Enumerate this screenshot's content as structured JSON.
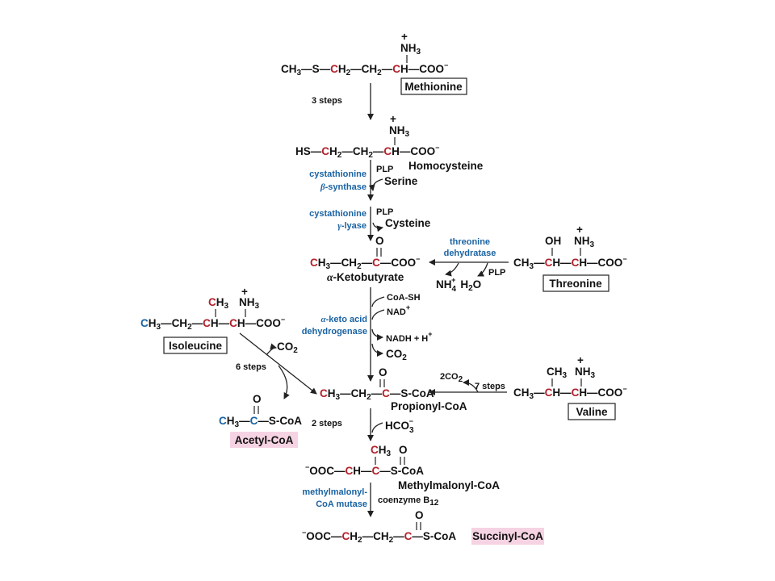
{
  "molecules": {
    "methionine": {
      "structure": [
        "CH",
        "3",
        "—S—",
        "C",
        "H",
        "2",
        "—CH",
        "2",
        "—",
        "C",
        "H—COO",
        "−"
      ],
      "nh3": [
        "NH",
        "3"
      ],
      "plus": "+",
      "name": "Methionine"
    },
    "homocysteine": {
      "structure": [
        "HS—",
        "C",
        "H",
        "2",
        "—CH",
        "2",
        "—",
        "C",
        "H—COO",
        "−"
      ],
      "nh3": [
        "NH",
        "3"
      ],
      "plus": "+",
      "name": "Homocysteine"
    },
    "alpha_ketobutyrate": {
      "structure": [
        "C",
        "H",
        "3",
        "—CH",
        "2",
        "—",
        "C",
        "—COO",
        "−"
      ],
      "o": "O",
      "name_prefix": "α",
      "name": "-Ketobutyrate"
    },
    "threonine": {
      "structure": [
        "CH",
        "3",
        "—",
        "C",
        "H—",
        "C",
        "H—COO",
        "−"
      ],
      "oh": "OH",
      "nh3": [
        "NH",
        "3"
      ],
      "plus": "+",
      "name": "Threonine"
    },
    "isoleucine": {
      "structure": [
        "C",
        "H",
        "3",
        "—CH",
        "2",
        "—",
        "C",
        "H—",
        "C",
        "H—COO",
        "−"
      ],
      "ch3": [
        "C",
        "H",
        "3"
      ],
      "nh3": [
        "NH",
        "3"
      ],
      "plus": "+",
      "name": "Isoleucine"
    },
    "propionyl_coa": {
      "structure": [
        "C",
        "H",
        "3",
        "—CH",
        "2",
        "—",
        "C",
        "—S-CoA"
      ],
      "o": "O",
      "name": "Propionyl-CoA"
    },
    "valine": {
      "structure": [
        "CH",
        "3",
        "—",
        "C",
        "H—",
        "C",
        "H—COO",
        "−"
      ],
      "ch3": [
        "CH",
        "3"
      ],
      "nh3": [
        "NH",
        "3"
      ],
      "plus": "+",
      "name": "Valine"
    },
    "acetyl_coa": {
      "structure": [
        "C",
        "H",
        "3",
        "—",
        "C",
        "—S-CoA"
      ],
      "o": "O",
      "name": "Acetyl-CoA"
    },
    "methylmalonyl_coa": {
      "structure": [
        "−",
        "OOC—",
        "C",
        "H—",
        "C",
        "—S-CoA"
      ],
      "ch3": [
        "C",
        "H",
        "3"
      ],
      "o": "O",
      "name": "Methylmalonyl-CoA"
    },
    "succinyl_coa": {
      "structure": [
        "−",
        "OOC—",
        "C",
        "H",
        "2",
        "—CH",
        "2",
        "—",
        "C",
        "—S-CoA"
      ],
      "o": "O",
      "name": "Succinyl-CoA"
    }
  },
  "steps": {
    "met_to_hcy": "3 steps",
    "cbs_enzyme": [
      "cystathionine",
      "β",
      "-synthase"
    ],
    "cbs_cofactor": "PLP",
    "cbs_substrate": "Serine",
    "cgl_enzyme": [
      "cystathionine",
      "γ",
      "-lyase"
    ],
    "cgl_cofactor": "PLP",
    "cgl_product": "Cysteine",
    "thr_enzyme": [
      "threonine",
      "dehydratase"
    ],
    "thr_cofactor": "PLP",
    "thr_products": [
      "NH",
      "4",
      "+",
      "H",
      "2",
      "O"
    ],
    "kad_enzyme": [
      "α",
      "-keto acid",
      "dehydrogenase"
    ],
    "kad_inputs": [
      "CoA-SH",
      "NAD",
      "+"
    ],
    "kad_outputs": [
      "NADH  +  H",
      "+",
      "CO",
      "2"
    ],
    "ile_steps": "6 steps",
    "ile_co2": [
      "CO",
      "2"
    ],
    "val_steps": "7 steps",
    "val_co2": "2CO",
    "val_co2_sub": "2",
    "prop_steps": "2 steps",
    "prop_input": [
      "HCO",
      "3",
      "−"
    ],
    "mut_enzyme": [
      "methylmalonyl-",
      "CoA mutase"
    ],
    "mut_cofactor": [
      "coenzyme B",
      "12"
    ]
  },
  "colors": {
    "red_carbon": "#b2202a",
    "blue_carbon": "#1a63a3",
    "enzyme_text": "#1a63a3",
    "highlight_box": "#f6d3e3"
  }
}
